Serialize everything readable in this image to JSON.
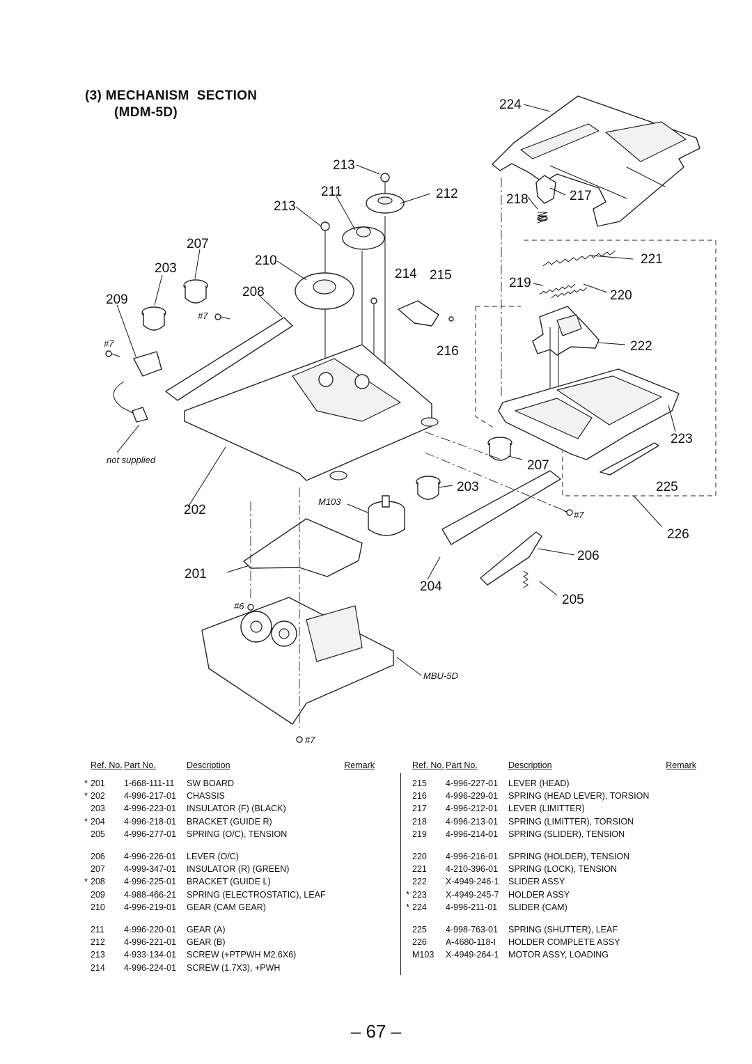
{
  "section": {
    "number": "(3)",
    "title": "MECHANISM  SECTION",
    "subtitle": "(MDM-5D)"
  },
  "callouts": [
    "224",
    "213",
    "211",
    "212",
    "218",
    "217",
    "213",
    "207",
    "210",
    "203",
    "214",
    "215",
    "221",
    "219",
    "209",
    "208",
    "220",
    "216",
    "222",
    "223",
    "207",
    "203",
    "225",
    "202",
    "226",
    "206",
    "201",
    "204",
    "205"
  ],
  "annotations": {
    "screw_7": "#7",
    "screw_6": "#6",
    "not_supplied": "not supplied",
    "motor": "M103",
    "base_unit": "MBU-5D"
  },
  "table": {
    "headers": {
      "ref": "Ref. No.",
      "part": "Part No.",
      "desc": "Description",
      "remark": "Remark"
    },
    "left": [
      {
        "mark": "*",
        "ref": "201",
        "part": "1-668-111-11",
        "desc": "SW BOARD"
      },
      {
        "mark": "*",
        "ref": "202",
        "part": "4-996-217-01",
        "desc": "CHASSIS"
      },
      {
        "mark": "",
        "ref": "203",
        "part": "4-996-223-01",
        "desc": "INSULATOR (F) (BLACK)"
      },
      {
        "mark": "*",
        "ref": "204",
        "part": "4-996-218-01",
        "desc": "BRACKET (GUIDE R)"
      },
      {
        "mark": "",
        "ref": "205",
        "part": "4-996-277-01",
        "desc": "SPRING (O/C), TENSION"
      },
      {
        "mark": "",
        "ref": "206",
        "part": "4-996-226-01",
        "desc": "LEVER (O/C)"
      },
      {
        "mark": "",
        "ref": "207",
        "part": "4-999-347-01",
        "desc": "INSULATOR (R) (GREEN)"
      },
      {
        "mark": "*",
        "ref": "208",
        "part": "4-996-225-01",
        "desc": "BRACKET (GUIDE L)"
      },
      {
        "mark": "",
        "ref": "209",
        "part": "4-988-466-21",
        "desc": "SPRING (ELECTROSTATIC), LEAF"
      },
      {
        "mark": "",
        "ref": "210",
        "part": "4-996-219-01",
        "desc": "GEAR (CAM GEAR)"
      },
      {
        "mark": "",
        "ref": "211",
        "part": "4-996-220-01",
        "desc": "GEAR (A)"
      },
      {
        "mark": "",
        "ref": "212",
        "part": "4-996-221-01",
        "desc": "GEAR (B)"
      },
      {
        "mark": "",
        "ref": "213",
        "part": "4-933-134-01",
        "desc": "SCREW (+PTPWH M2.6X6)"
      },
      {
        "mark": "",
        "ref": "214",
        "part": "4-996-224-01",
        "desc": "SCREW (1.7X3), +PWH"
      }
    ],
    "right": [
      {
        "mark": "",
        "ref": "215",
        "part": "4-996-227-01",
        "desc": "LEVER (HEAD)"
      },
      {
        "mark": "",
        "ref": "216",
        "part": "4-996-229-01",
        "desc": "SPRING (HEAD LEVER), TORSION"
      },
      {
        "mark": "",
        "ref": "217",
        "part": "4-996-212-01",
        "desc": "LEVER (LIMITTER)"
      },
      {
        "mark": "",
        "ref": "218",
        "part": "4-996-213-01",
        "desc": "SPRING (LIMITTER), TORSION"
      },
      {
        "mark": "",
        "ref": "219",
        "part": "4-996-214-01",
        "desc": "SPRING (SLIDER), TENSION"
      },
      {
        "mark": "",
        "ref": "220",
        "part": "4-996-216-01",
        "desc": "SPRING (HOLDER), TENSION"
      },
      {
        "mark": "",
        "ref": "221",
        "part": "4-210-396-01",
        "desc": "SPRING (LOCK), TENSION"
      },
      {
        "mark": "",
        "ref": "222",
        "part": "X-4949-246-1",
        "desc": "SLIDER ASSY"
      },
      {
        "mark": "*",
        "ref": "223",
        "part": "X-4949-245-7",
        "desc": "HOLDER ASSY"
      },
      {
        "mark": "*",
        "ref": "224",
        "part": "4-996-211-01",
        "desc": "SLIDER (CAM)"
      },
      {
        "mark": "",
        "ref": "225",
        "part": "4-998-763-01",
        "desc": "SPRING (SHUTTER), LEAF"
      },
      {
        "mark": "",
        "ref": "226",
        "part": "A-4680-118-I",
        "desc": "HOLDER COMPLETE ASSY"
      },
      {
        "mark": "",
        "ref": "M103",
        "part": "X-4949-264-1",
        "desc": "MOTOR ASSY, LOADING"
      }
    ]
  },
  "page_number": "– 67 –"
}
